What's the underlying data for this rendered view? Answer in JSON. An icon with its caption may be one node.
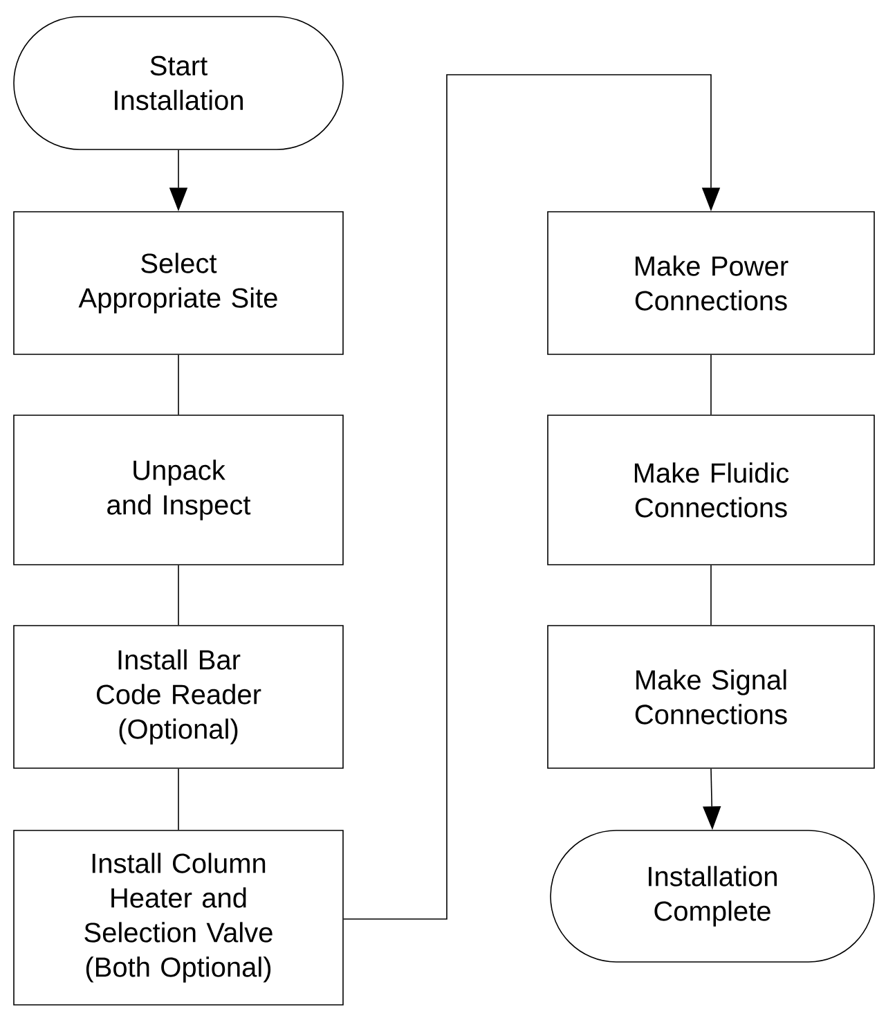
{
  "diagram": {
    "nodes": [
      {
        "text": [
          "Start Installation"
        ]
      },
      {
        "text": [
          "Select Appropriate Site"
        ]
      },
      {
        "text": [
          "Unpack and Inspect"
        ]
      },
      {
        "text": [
          "Install Bar Code Reader (Optional)"
        ]
      },
      {
        "text": [
          "Install Column Heater and Selection Valve (Both Optional)"
        ]
      },
      {
        "text": [
          "Make Power Connections"
        ]
      },
      {
        "text": [
          "Make Fluidic Connections"
        ]
      },
      {
        "text": [
          "Make Signal Connections"
        ]
      },
      {
        "text": [
          "Installation Complete"
        ]
      }
    ],
    "edges": [
      {
        "from": 0,
        "to": 1,
        "arrow": "to"
      },
      {
        "from": 1,
        "to": 2,
        "arrow": "none"
      },
      {
        "from": 2,
        "to": 3,
        "arrow": "none"
      },
      {
        "from": 3,
        "to": 4,
        "arrow": "none"
      },
      {
        "from": 4,
        "to": 5,
        "arrow": "to"
      },
      {
        "from": 5,
        "to": 6,
        "arrow": "none"
      },
      {
        "from": 6,
        "to": 7,
        "arrow": "none"
      },
      {
        "from": 7,
        "to": 8,
        "arrow": "to"
      }
    ]
  }
}
